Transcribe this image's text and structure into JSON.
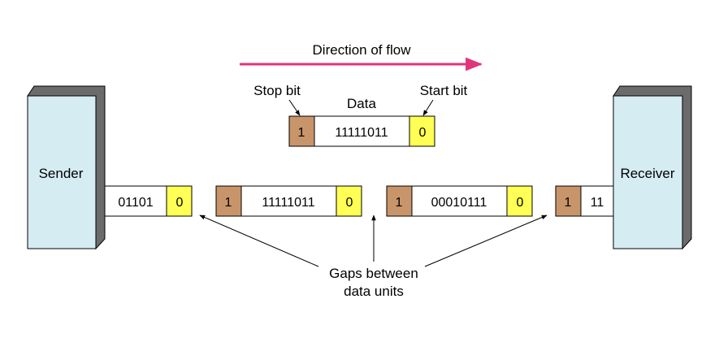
{
  "title": "Direction of flow",
  "sender": {
    "label": "Sender",
    "outgoing_bits": "01101",
    "start_bit": "0"
  },
  "receiver": {
    "label": "Receiver",
    "stop_bit": "1",
    "incoming_bits": "11"
  },
  "callouts": {
    "stop_bit": "Stop bit",
    "data": "Data",
    "start_bit": "Start bit",
    "gaps_line1": "Gaps between",
    "gaps_line2": "data units"
  },
  "detail_frame": {
    "stop": "1",
    "data": "11111011",
    "start": "0"
  },
  "frames": [
    {
      "stop": "1",
      "data": "11111011",
      "start": "0"
    },
    {
      "stop": "1",
      "data": "00010111",
      "start": "0"
    }
  ],
  "colors": {
    "stop_bit": "#c8956a",
    "start_bit": "#ffff55",
    "device": "#d6ecf3",
    "device_side": "#6b6b6b",
    "arrow": "#e0357a"
  }
}
